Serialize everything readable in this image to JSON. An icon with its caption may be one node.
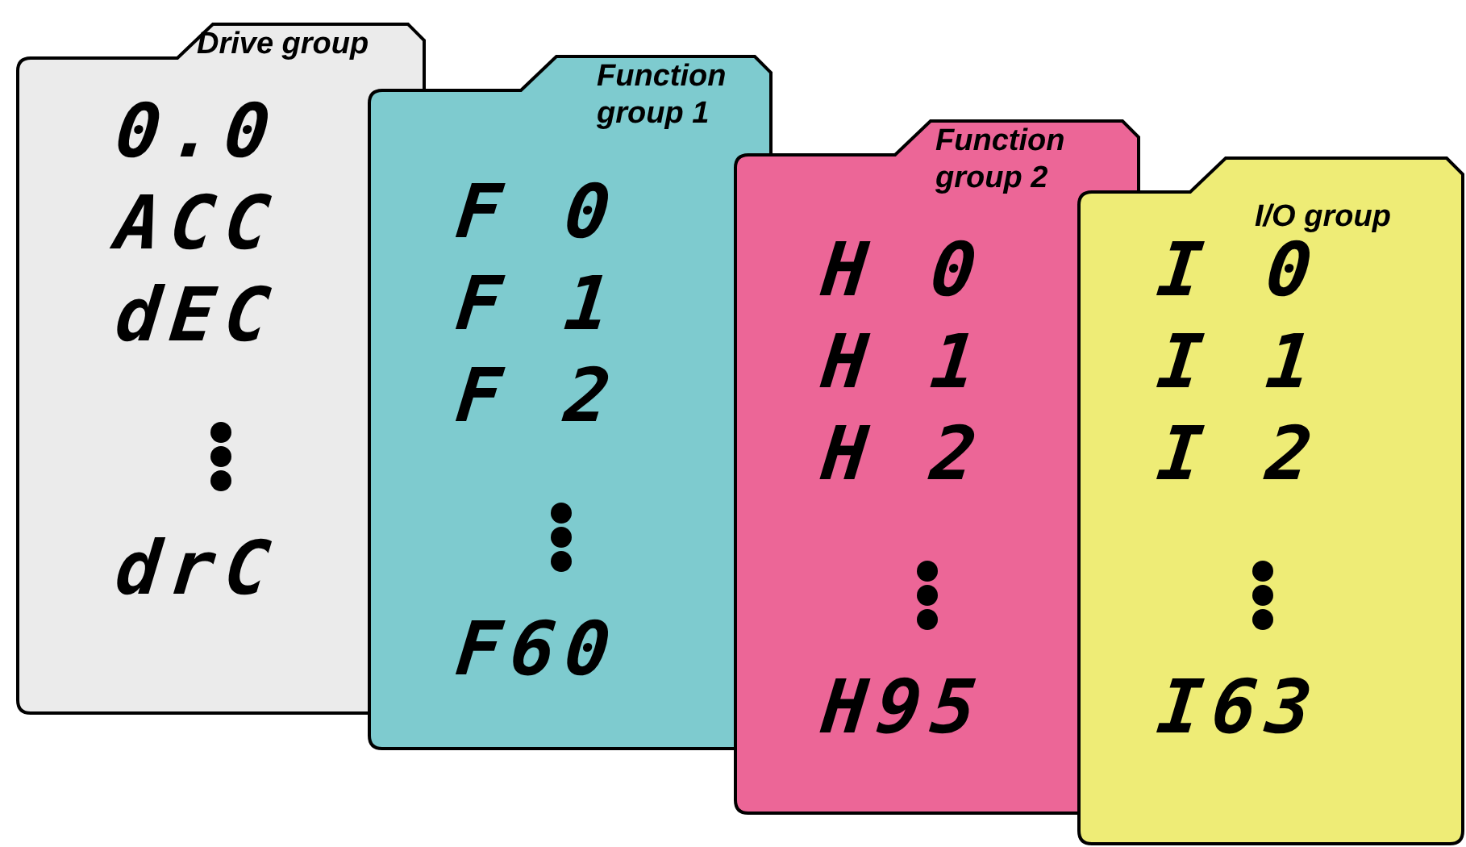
{
  "diagram": {
    "nodes": [
      {
        "text": [
          "Drive group",
          "0.0",
          "ACC",
          "dEC",
          "drC"
        ]
      },
      {
        "text": [
          "Function group 1",
          "F 0",
          "F 1",
          "F 2",
          "F60"
        ]
      },
      {
        "text": [
          "Function group 2",
          "H 0",
          "H 1",
          "H 2",
          "H95"
        ]
      },
      {
        "text": [
          "I/O group",
          "I 0",
          "I 1",
          "I 2",
          "I63"
        ]
      }
    ]
  }
}
